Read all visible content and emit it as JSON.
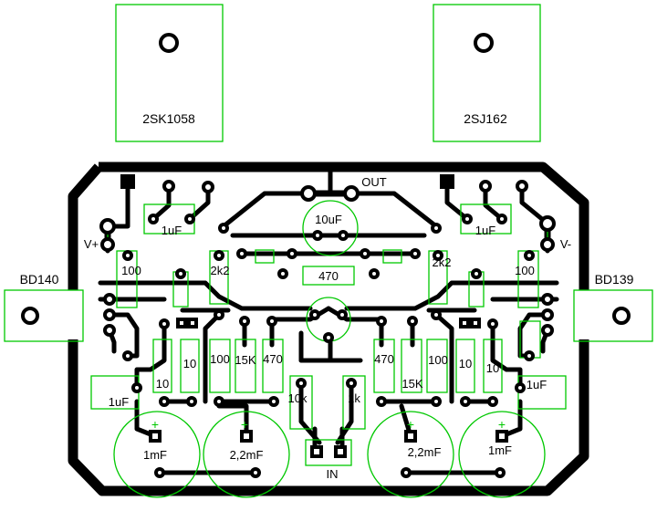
{
  "colors": {
    "copper": "#000000",
    "silkscreen": "#00c800",
    "background": "#ffffff"
  },
  "transistors": {
    "left_mosfet": "2SK1058",
    "right_mosfet": "2SJ162",
    "left_driver": "BD140",
    "right_driver": "BD139"
  },
  "terminals": {
    "output": "OUT",
    "input": "IN",
    "vplus": "V+",
    "vminus": "V-"
  },
  "components": {
    "cap_top_left": "1uF",
    "cap_top_right": "1uF",
    "cap_center": "10uF",
    "res_center": "470",
    "res_left_100": "100",
    "res_right_100": "100",
    "res_left_2k2": "2k2",
    "res_right_2k2": "2k2",
    "res_left_10": "10",
    "res_left_10b": "10",
    "res_left_100b": "100",
    "res_left_15k": "15K",
    "res_left_470": "470",
    "res_10k": "10k",
    "res_1k": "1k",
    "res_right_470": "470",
    "res_right_15k": "15K",
    "res_right_100b": "100",
    "res_right_10": "10",
    "res_right_10b": "10",
    "cap_bottom_left_small": "1uF",
    "cap_bottom_right_small": "1uF",
    "cap_1mF_left": "1mF",
    "cap_22mF_left": "2,2mF",
    "cap_22mF_right": "2,2mF",
    "cap_1mF_right": "1mF",
    "polarity_plus": "+"
  }
}
